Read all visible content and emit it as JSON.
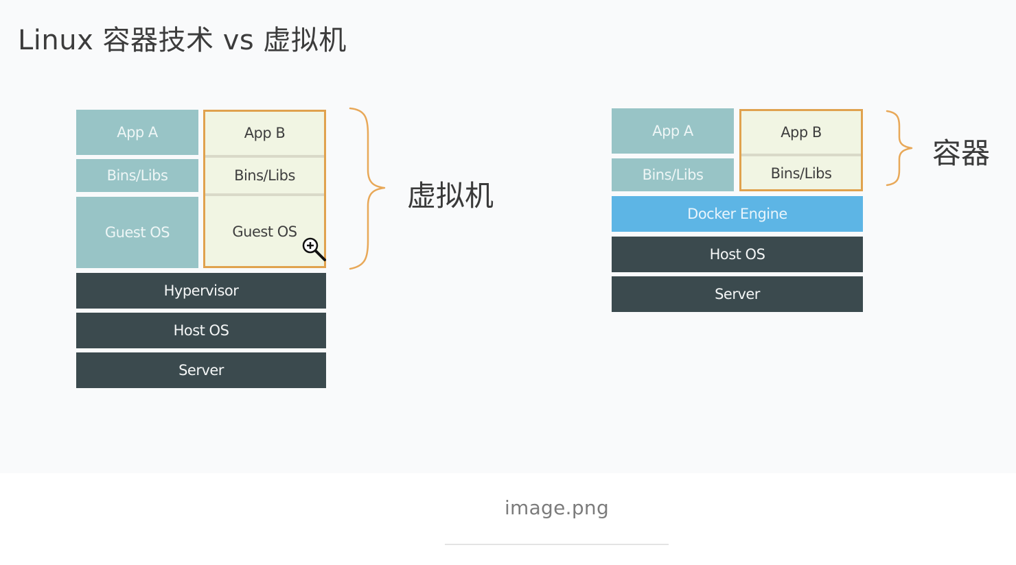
{
  "title": "Linux 容器技术 vs 虚拟机",
  "vm_diagram": {
    "app_a": "App A",
    "bins_a": "Bins/Libs",
    "guest_a": "Guest OS",
    "app_b": "App B",
    "bins_b": "Bins/Libs",
    "guest_b": "Guest OS",
    "hypervisor": "Hypervisor",
    "host_os": "Host OS",
    "server": "Server",
    "brace_label": "虚拟机"
  },
  "container_diagram": {
    "app_a": "App A",
    "bins_a": "Bins/Libs",
    "app_b": "App B",
    "bins_b": "Bins/Libs",
    "docker_engine": "Docker Engine",
    "host_os": "Host OS",
    "server": "Server",
    "brace_label": "容器"
  },
  "caption": "image.png",
  "colors": {
    "teal": "#98c4c6",
    "cream": "#f1f5e3",
    "dark": "#3b4a4e",
    "docker_blue": "#5db5e5",
    "highlight_orange": "#e0a24e"
  },
  "icons": {
    "cursor": "zoom-in-magnifier-icon"
  }
}
